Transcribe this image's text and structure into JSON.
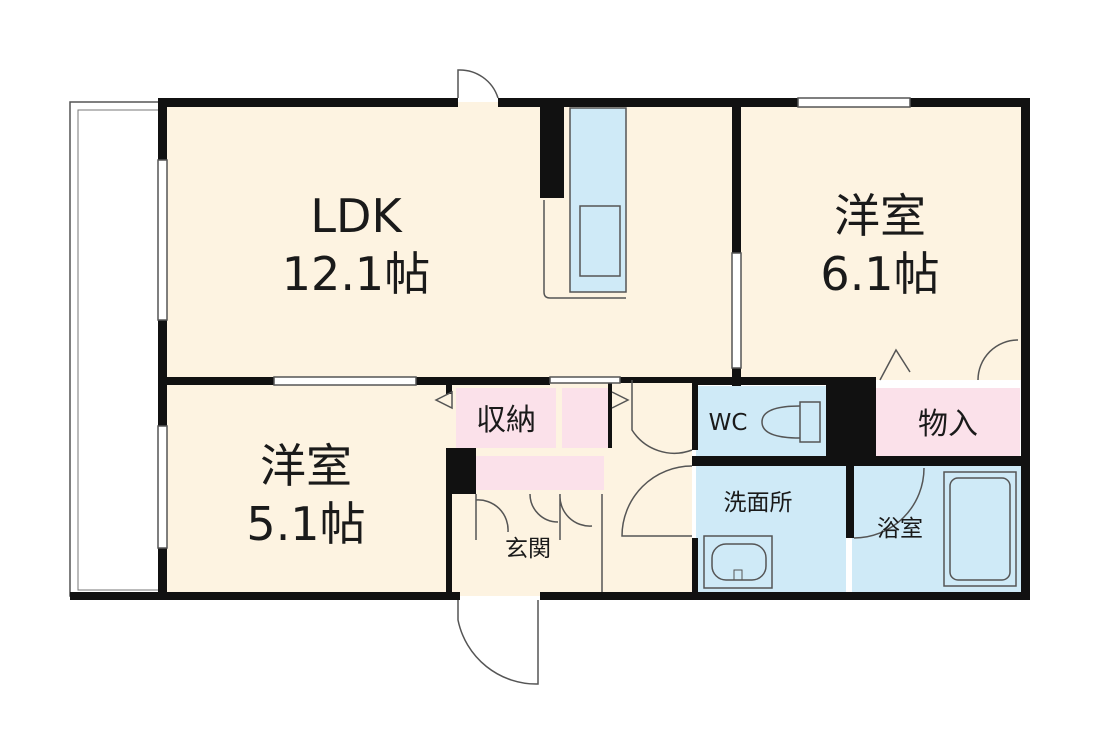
{
  "floorplan": {
    "rooms": {
      "ldk": {
        "name": "LDK",
        "size": "12.1帖"
      },
      "western_room_1": {
        "name": "洋室",
        "size": "6.1帖"
      },
      "western_room_2": {
        "name": "洋室",
        "size": "5.1帖"
      },
      "storage": {
        "name": "収納"
      },
      "closet": {
        "name": "物入"
      },
      "toilet": {
        "name": "WC"
      },
      "washroom": {
        "name": "洗面所"
      },
      "bathroom": {
        "name": "浴室"
      },
      "entrance": {
        "name": "玄関"
      }
    },
    "colors": {
      "living_floor": "#fdf3e1",
      "wet_area": "#cfeaf7",
      "storage_pink": "#fbe1ea",
      "wall": "#111111"
    }
  }
}
